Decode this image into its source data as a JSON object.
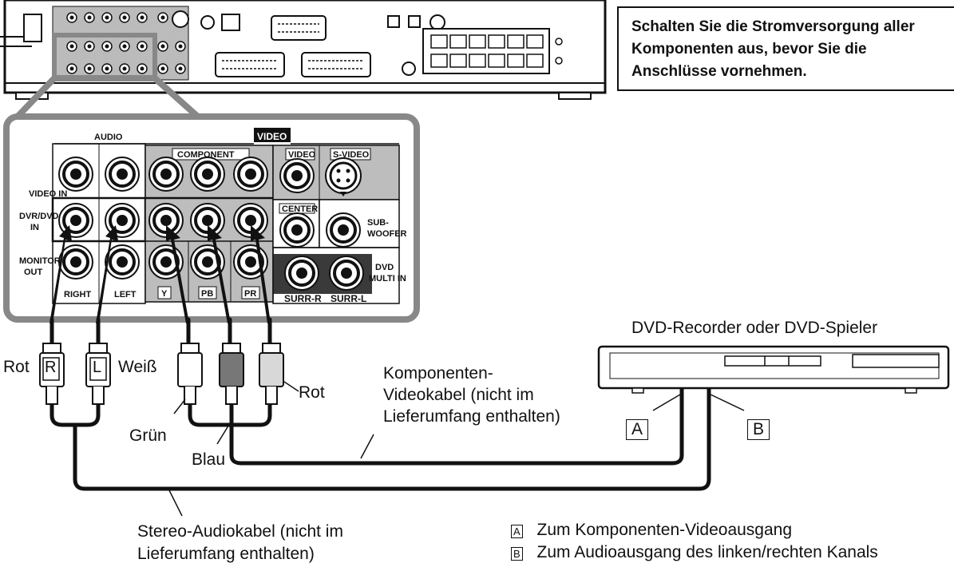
{
  "note": {
    "line1": "Schalten Sie die Stromversorgung aller",
    "line2": "Komponenten aus, bevor Sie die",
    "line3": "Anschlüsse vornehmen."
  },
  "panel": {
    "audio": "AUDIO",
    "video": "VIDEO",
    "component": "COMPONENT",
    "video_jack": "VIDEO",
    "s_video": "S-VIDEO",
    "video_in": "VIDEO IN",
    "dvr_dvd_in_1": "DVR/DVD",
    "dvr_dvd_in_2": "IN",
    "monitor_out_1": "MONITOR",
    "monitor_out_2": "OUT",
    "center": "CENTER",
    "subwoofer_1": "SUB-",
    "subwoofer_2": "WOOFER",
    "dvd_multi_1": "DVD",
    "dvd_multi_2": "MULTI IN",
    "right": "RIGHT",
    "left": "LEFT",
    "y": "Y",
    "pb": "PB",
    "pr": "PR",
    "surr_r": "SURR-R",
    "surr_l": "SURR-L"
  },
  "labels": {
    "rot_left": "Rot",
    "plug_r": "R",
    "plug_l": "L",
    "weiss": "Weiß",
    "gruen": "Grün",
    "blau": "Blau",
    "rot_right": "Rot",
    "component_cable_1": "Komponenten-",
    "component_cable_2": "Videokabel (nicht im",
    "component_cable_3": "Lieferumfang enthalten)",
    "stereo_cable_1": "Stereo-Audiokabel (nicht im",
    "stereo_cable_2": "Lieferumfang enthalten)",
    "dvd_device": "DVD-Recorder oder DVD-Spieler",
    "marker_a": "A",
    "marker_b": "B"
  },
  "legend": [
    {
      "marker": "A",
      "text": "Zum Komponenten-Videoausgang"
    },
    {
      "marker": "B",
      "text": "Zum Audioausgang des linken/rechten Kanals"
    }
  ]
}
